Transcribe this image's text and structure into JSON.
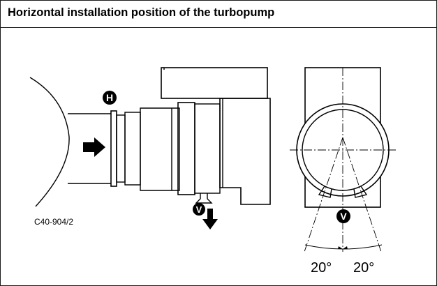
{
  "figure": {
    "title": "Horizontal installation position of the turbopump",
    "drawing_code": "C40-904/2",
    "marker_h": "H",
    "marker_v": "V",
    "angle_left": "20°",
    "angle_right": "20°"
  },
  "colors": {
    "ink": "#000000",
    "border": "#1a1a1a"
  }
}
